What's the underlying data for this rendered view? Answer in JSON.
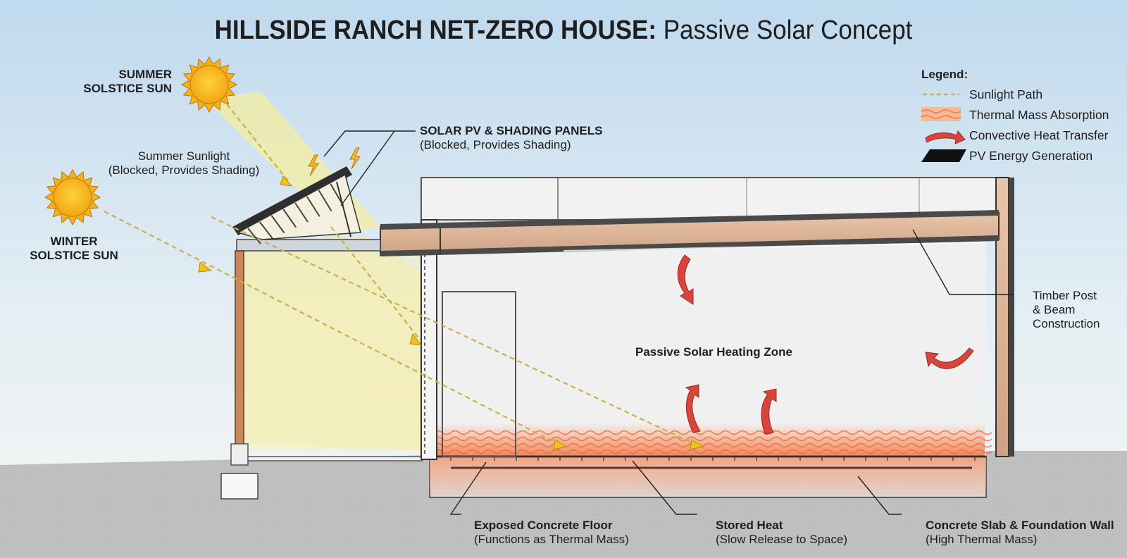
{
  "title": {
    "bold": "HILLSIDE RANCH NET-ZERO HOUSE:",
    "light": " Passive Solar Concept"
  },
  "labels": {
    "summer_sun": [
      "SUMMER",
      "SOLSTICE SUN"
    ],
    "winter_sun": [
      "WINTER",
      "SOLSTICE SUN"
    ],
    "summer_sunlight": [
      "Summer Sunlight",
      "(Blocked, Provides Shading)"
    ],
    "solar_pv": [
      "SOLAR PV & SHADING PANELS",
      "(Blocked, Provides Shading)"
    ],
    "heating_zone": "Passive Solar Heating Zone",
    "timber": [
      "Timber Post",
      "& Beam",
      "Construction"
    ],
    "exposed_floor": [
      "Exposed Concrete Floor",
      "(Functions as Thermal Mass)"
    ],
    "stored_heat": [
      "Stored Heat",
      "(Slow Release to Space)"
    ],
    "slab": [
      "Concrete Slab & Foundation Wall",
      "(High Thermal Mass)"
    ]
  },
  "legend": {
    "title": "Legend:",
    "items": [
      {
        "label": "Sunlight Path",
        "icon": "dashed-line-icon"
      },
      {
        "label": "Thermal Mass Absorption",
        "icon": "wavy-band-icon"
      },
      {
        "label": "Convective Heat Transfer",
        "icon": "curved-arrow-icon"
      },
      {
        "label": "PV Energy Generation",
        "icon": "pv-panel-icon"
      }
    ]
  },
  "colors": {
    "sky_top": "#bfd9ee",
    "sky_bottom": "#f4f6f4",
    "ground": "#c4c4c4",
    "sun": "#f7b81c",
    "sunlight": "#f6ec8c",
    "sun_ray": "#c8b347",
    "timber": "#d9ad8c",
    "heat": "#f07a4a",
    "arrow": "#d8403a"
  }
}
